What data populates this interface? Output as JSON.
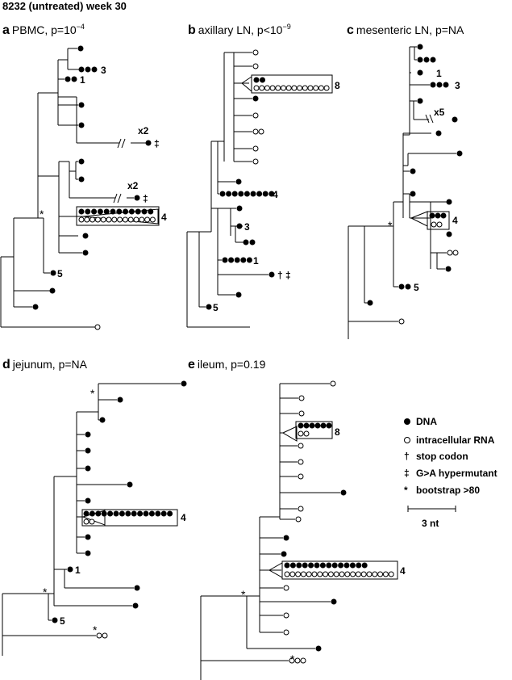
{
  "figure_title": "8232 (untreated) week 30",
  "panels": [
    {
      "letter": "a",
      "title": "PBMC, p=10",
      "title_sup": "−4"
    },
    {
      "letter": "b",
      "title": "axillary LN, p<10",
      "title_sup": "−9"
    },
    {
      "letter": "c",
      "title": "mesenteric LN, p=NA",
      "title_sup": ""
    },
    {
      "letter": "d",
      "title": "jejunum, p=NA",
      "title_sup": ""
    },
    {
      "letter": "e",
      "title": "ileum, p=0.19",
      "title_sup": ""
    }
  ],
  "legend": {
    "dna": "DNA",
    "rna": "intracellular RNA",
    "dagger_sym": "†",
    "dagger": "stop codon",
    "ddagger_sym": "‡",
    "ddagger": "G>A hypermutant",
    "ast_sym": "*",
    "ast": "bootstrap >80"
  },
  "scale_label": "3 nt",
  "labels": {
    "a_n3": "3",
    "a_n1": "1",
    "a_x2a": "x2",
    "a_dd1": "‡",
    "a_x2b": "x2",
    "a_dd2": "‡",
    "a_n4": "4",
    "a_n5": "5",
    "b_n8": "8",
    "b_n4": "4",
    "b_n3": "3",
    "b_n1": "1",
    "b_dg": "†",
    "b_dd": "‡",
    "b_n5": "5",
    "c_n1": "1",
    "c_n3": "3",
    "c_x5": "x5",
    "c_n4": "4",
    "c_n5": "5",
    "d_n4": "4",
    "d_n1": "1",
    "d_n5": "5",
    "e_n8": "8",
    "e_n4": "4"
  }
}
